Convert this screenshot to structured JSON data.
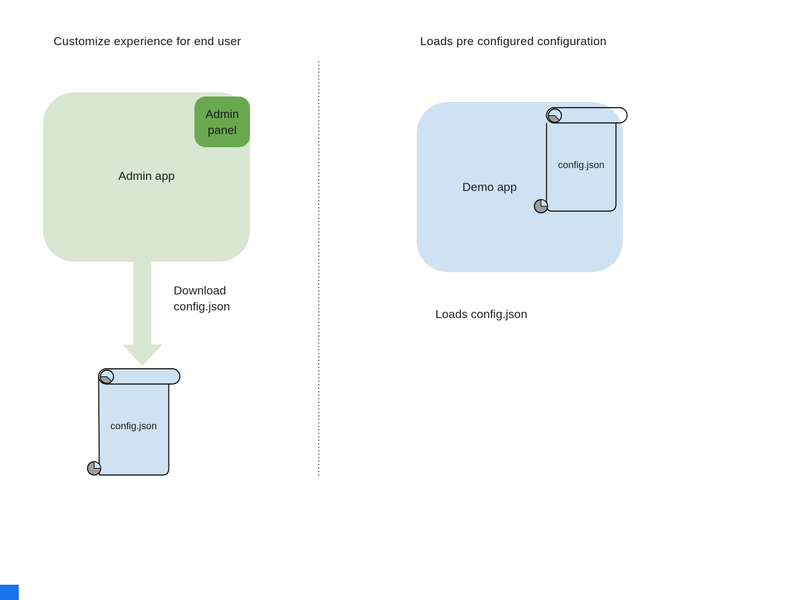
{
  "left": {
    "title": "Customize experience for end user",
    "admin_app_label": "Admin app",
    "admin_panel_label": "Admin panel",
    "download_line1": "Download",
    "download_line2": "config.json",
    "config_file_label": "config.json"
  },
  "right": {
    "title": "Loads pre configured configuration",
    "demo_app_label": "Demo app",
    "config_file_label": "config.json",
    "caption": "Loads config.json"
  },
  "colors": {
    "admin_app_fill": "#d9e7d2",
    "admin_panel_fill": "#6aa84f",
    "arrow_fill": "#d9e7d2",
    "scroll_fill": "#cfe2f3",
    "demo_app_fill": "#cfe2f3",
    "scroll_curl_gray": "#9e9e9e",
    "outline": "#000000",
    "divider_gray": "#8c8c8c",
    "corner_marker_blue": "#1a73e8",
    "text": "#1c1c1c"
  }
}
